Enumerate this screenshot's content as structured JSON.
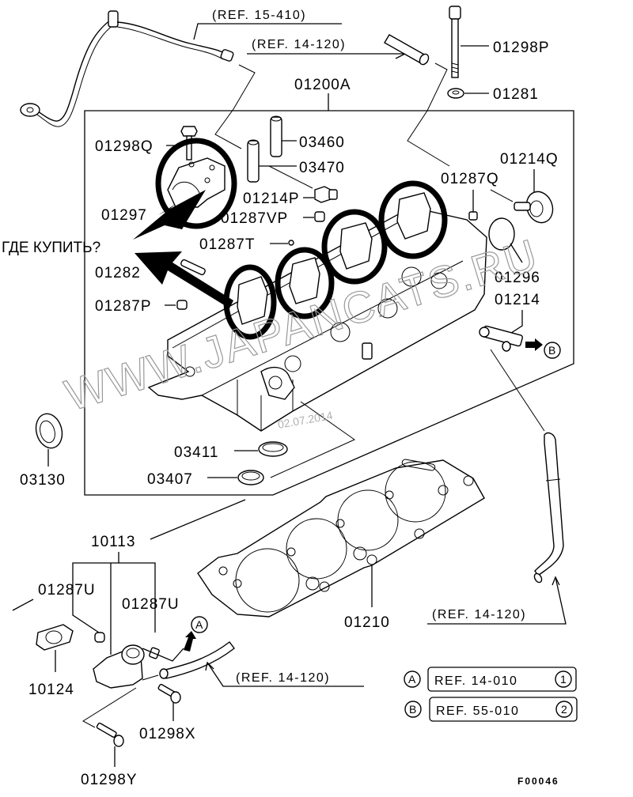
{
  "diagram": {
    "figure_id": "F00046",
    "assembly_label": "01200A",
    "buy_prompt": "ГДЕ КУПИТЬ?",
    "watermark": "WWW.JAPANCATS.RU",
    "watermark_date": "02.07.2014",
    "references": {
      "ref_15_410": "(REF. 15-410)",
      "ref_14_120_top": "(REF. 14-120)",
      "ref_14_120_right": "(REF. 14-120)",
      "ref_14_120_bottom": "(REF. 14-120)"
    },
    "legend": [
      {
        "marker": "A",
        "text": "REF. 14-010",
        "number": "1"
      },
      {
        "marker": "B",
        "text": "REF. 55-010",
        "number": "2"
      }
    ],
    "connector_markers": {
      "a": "A",
      "b": "B"
    },
    "parts": {
      "p01298P": "01298P",
      "p01281": "01281",
      "p01298Q": "01298Q",
      "p03460": "03460",
      "p03470": "03470",
      "p01214Q": "01214Q",
      "p01287Q": "01287Q",
      "p01214P": "01214P",
      "p01287VP": "01287VP",
      "p01297": "01297",
      "p01287T": "01287T",
      "p01282": "01282",
      "p01296": "01296",
      "p01287P": "01287P",
      "p01214": "01214",
      "p03130": "03130",
      "p03411": "03411",
      "p03407": "03407",
      "p10113": "10113",
      "p01287U_left": "01287U",
      "p01287U_right": "01287U",
      "p01210": "01210",
      "p10124": "10124",
      "p01298X": "01298X",
      "p01298Y": "01298Y"
    }
  }
}
